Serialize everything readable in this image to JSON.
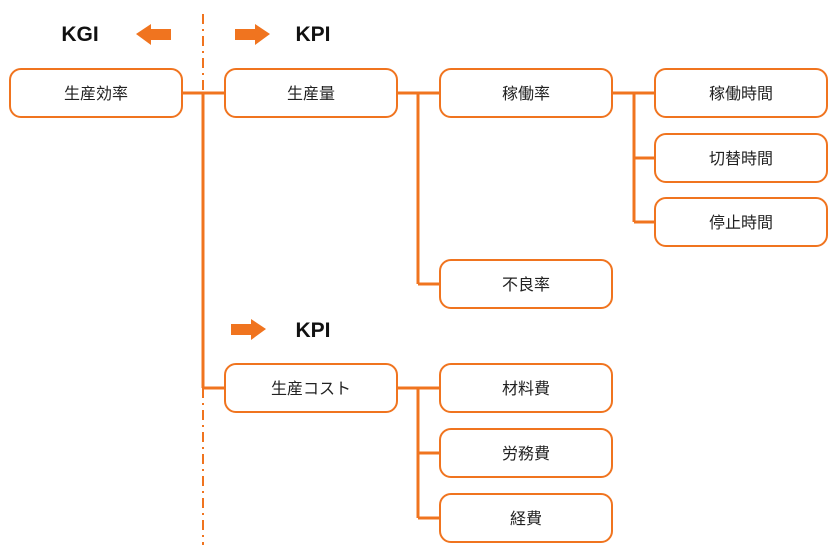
{
  "headers": {
    "kgi": "KGI",
    "kpi_top": "KPI",
    "kpi_bottom": "KPI"
  },
  "nodes": {
    "production_efficiency": "生産効率",
    "production_volume": "生産量",
    "operating_rate": "稼働率",
    "operating_time": "稼働時間",
    "changeover_time": "切替時間",
    "downtime": "停止時間",
    "defect_rate": "不良率",
    "production_cost": "生産コスト",
    "material_cost": "材料費",
    "labor_cost": "労務費",
    "overhead": "経費"
  },
  "colors": {
    "accent": "#f0741f"
  }
}
